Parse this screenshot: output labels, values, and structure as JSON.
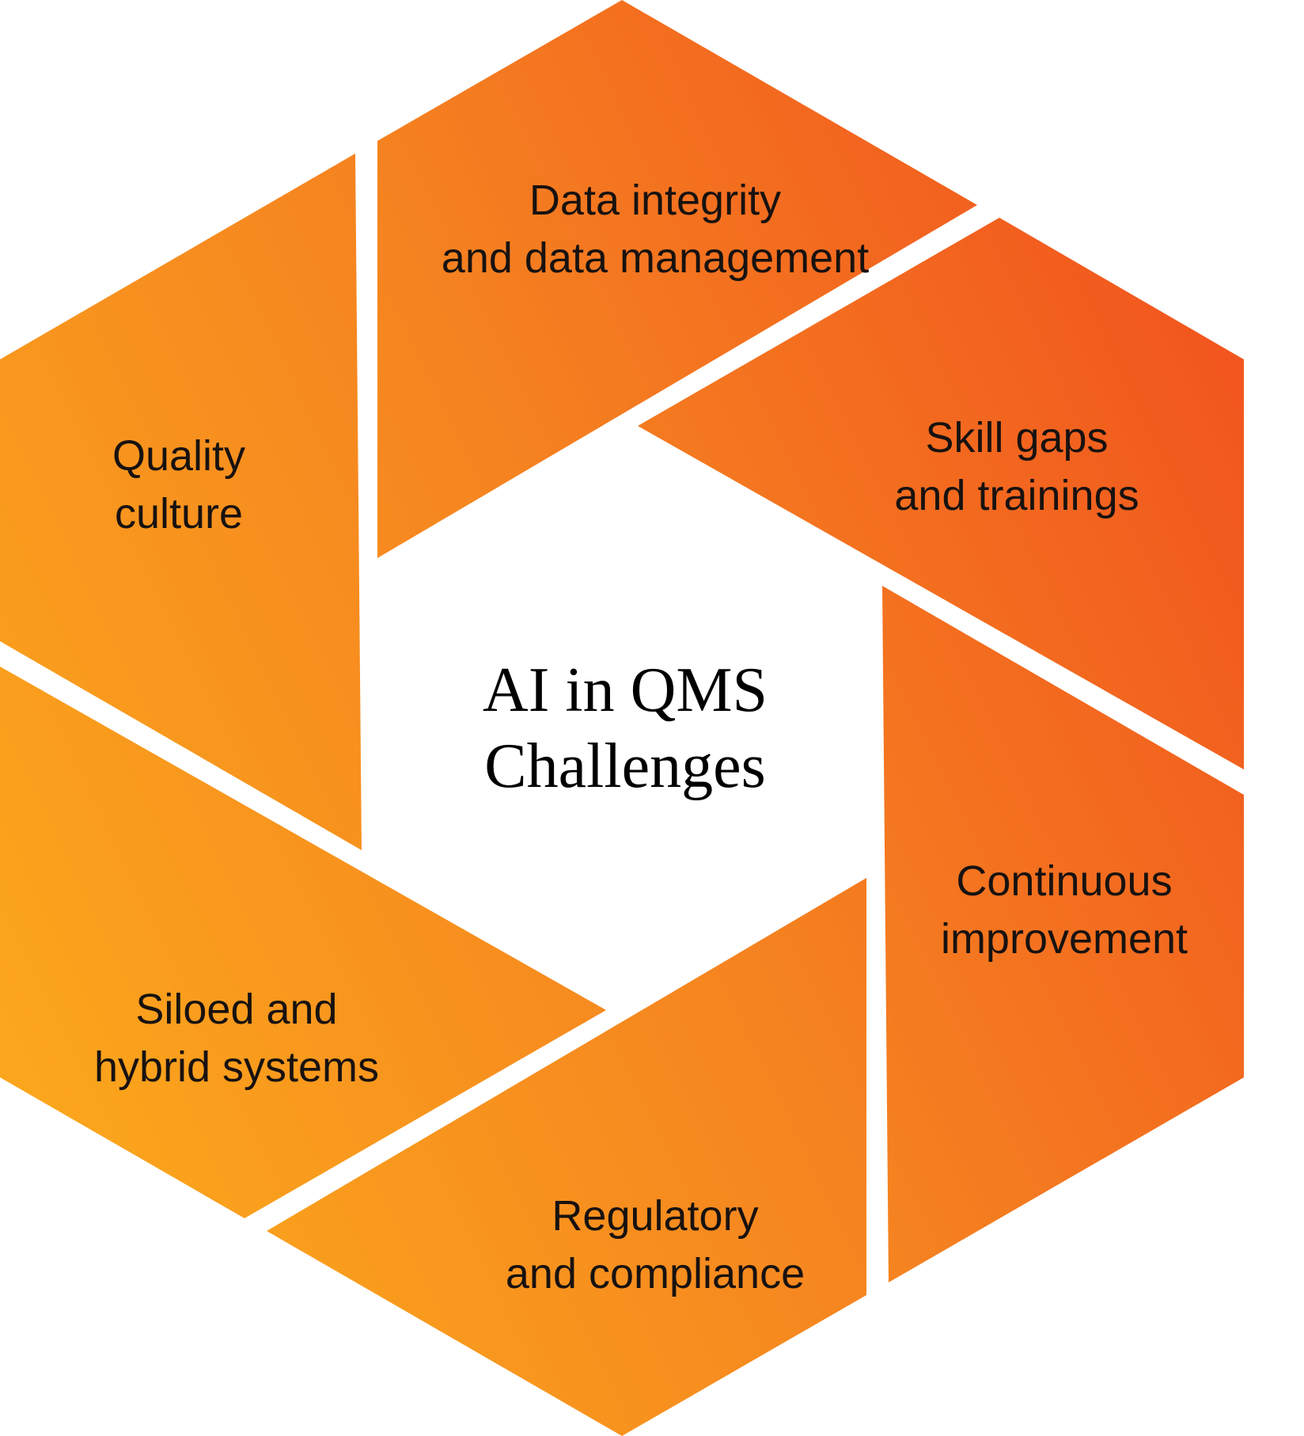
{
  "title": {
    "line1": "AI in QMS",
    "line2": "Challenges"
  },
  "segments": [
    {
      "id": "data-integrity",
      "label": "Data integrity\nand data management"
    },
    {
      "id": "skill-gaps",
      "label": "Skill gaps\nand trainings"
    },
    {
      "id": "continuous-improvement",
      "label": "Continuous\nimprovement"
    },
    {
      "id": "regulatory-compliance",
      "label": "Regulatory\nand compliance"
    },
    {
      "id": "siloed-hybrid-systems",
      "label": "Siloed and\nhybrid systems"
    },
    {
      "id": "quality-culture",
      "label": "Quality\nculture"
    }
  ],
  "colors": {
    "gradient_start": "#FBA61C",
    "gradient_mid": "#F58220",
    "gradient_end": "#F1531E",
    "background": "#FFFFFF",
    "label_text": "#181210",
    "title_text": "#000000"
  }
}
